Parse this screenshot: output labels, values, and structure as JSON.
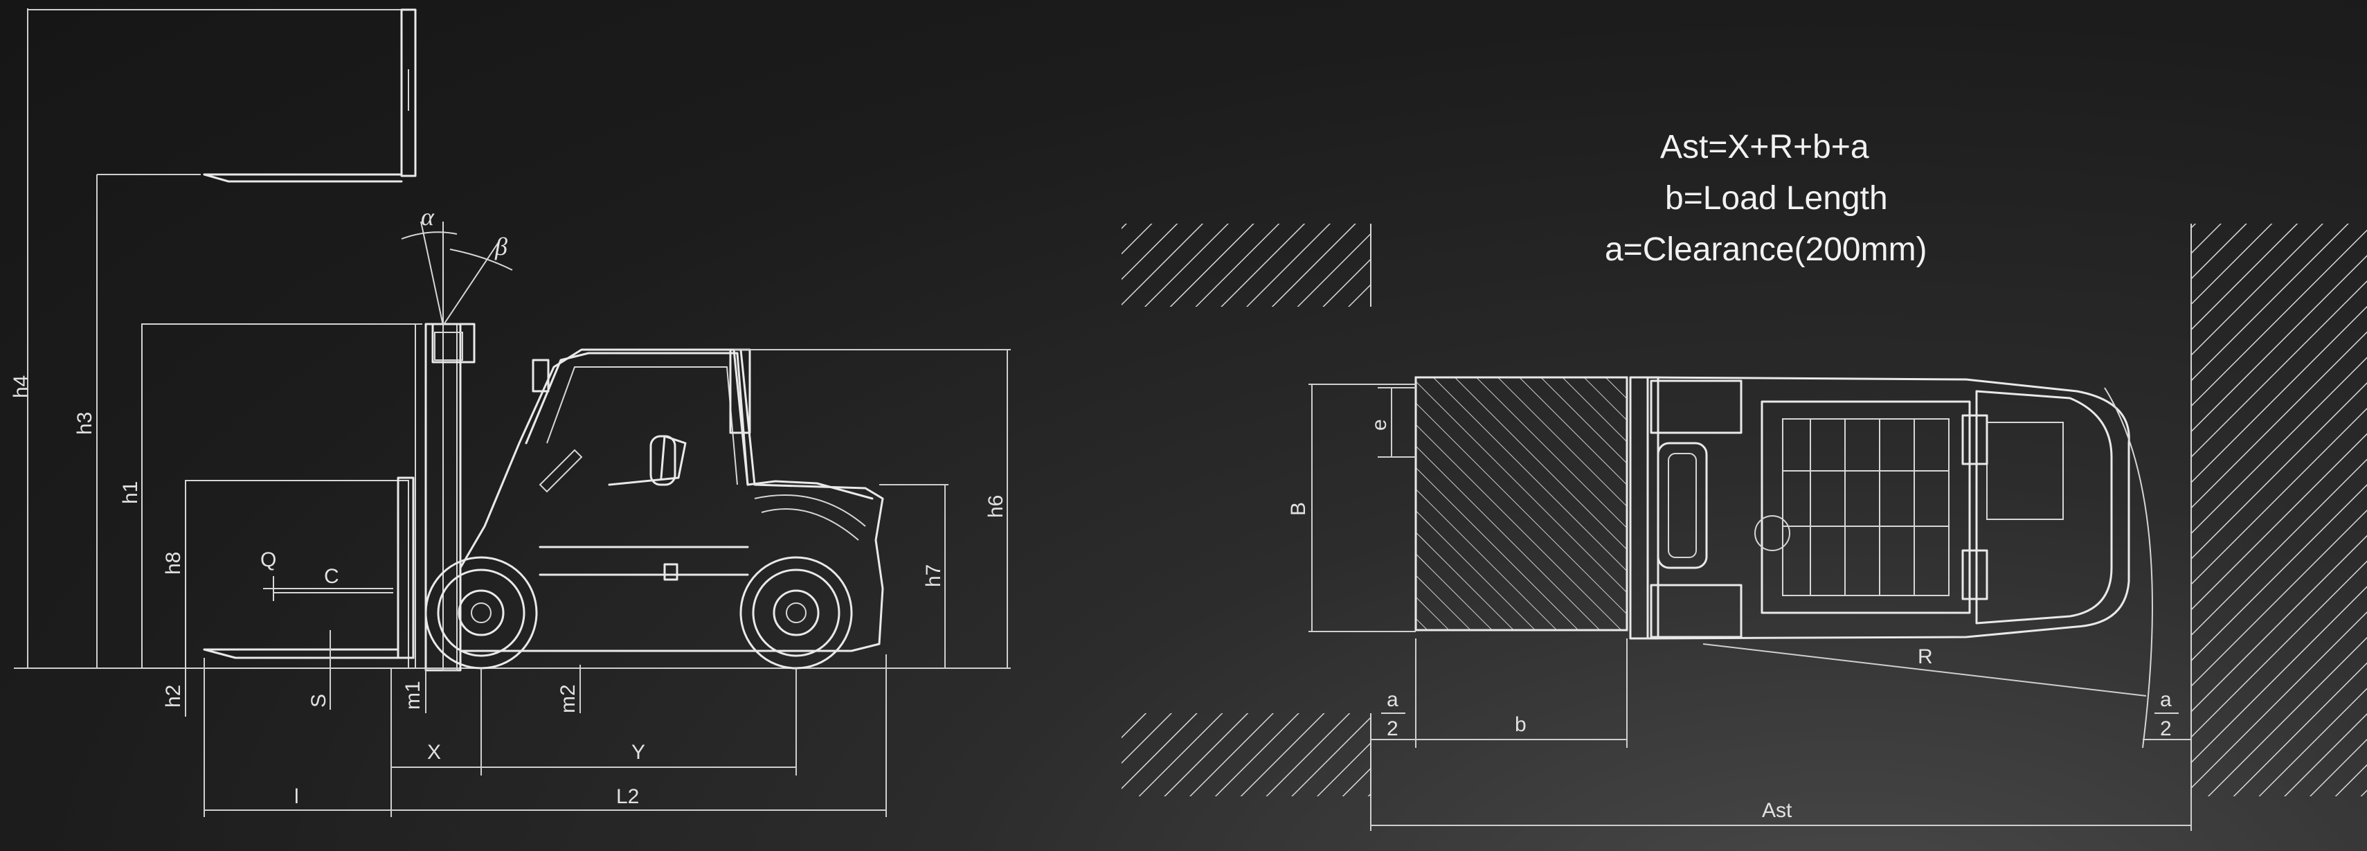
{
  "formulas": {
    "line1": "Ast=X+R+b+a",
    "line2": "b=Load Length",
    "line3": "a=Clearance(200mm)"
  },
  "side_view": {
    "labels": {
      "h4": "h4",
      "h3": "h3",
      "h1": "h1",
      "h8": "h8",
      "h2": "h2",
      "h6": "h6",
      "h7": "h7",
      "Q": "Q",
      "C": "C",
      "S": "S",
      "m1": "m1",
      "m2": "m2",
      "X": "X",
      "Y": "Y",
      "l": "l",
      "L2": "L2",
      "alpha": "α",
      "beta": "β"
    }
  },
  "top_view": {
    "labels": {
      "e": "e",
      "B": "B",
      "R": "R",
      "b": "b",
      "Ast": "Ast",
      "a_num_left": "a",
      "a_den_left": "2",
      "a_num_right": "a",
      "a_den_right": "2"
    }
  }
}
